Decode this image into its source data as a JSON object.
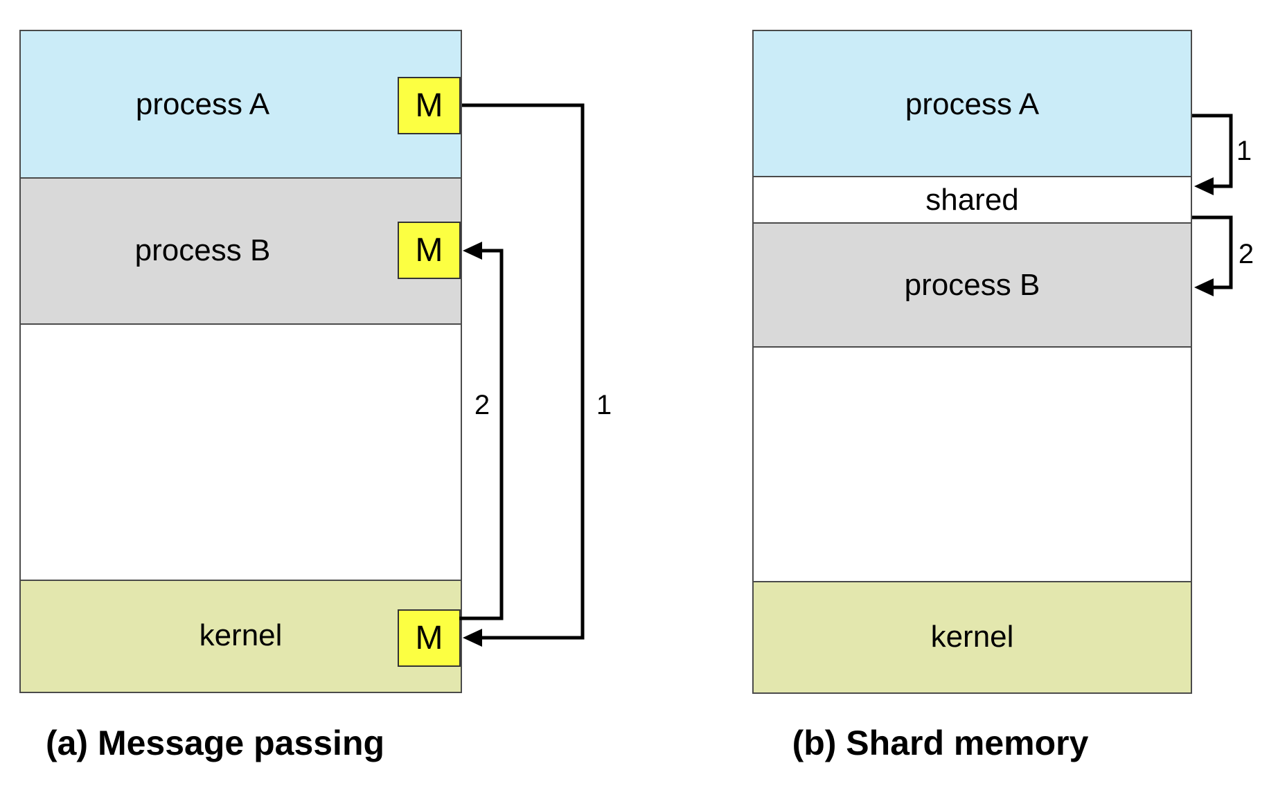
{
  "colors": {
    "canvas_bg": "#ffffff",
    "process_a_fill": "#cbecf8",
    "process_b_fill": "#d9d9d9",
    "kernel_fill": "#e3e7ae",
    "shared_fill": "#ffffff",
    "message_fill": "#fcff42",
    "band_border": "#4a4a4a",
    "arrow": "#000000",
    "text": "#000000"
  },
  "diagram_a": {
    "caption": "(a) Message passing",
    "bands": {
      "process_a": {
        "label": "process A"
      },
      "process_b": {
        "label": "process B"
      },
      "kernel": {
        "label": "kernel"
      }
    },
    "messages": {
      "in_process_a": "M",
      "in_process_b": "M",
      "in_kernel": "M"
    },
    "arrows": {
      "arrow_1": {
        "label": "1"
      },
      "arrow_2": {
        "label": "2"
      }
    }
  },
  "diagram_b": {
    "caption": "(b) Shard memory",
    "bands": {
      "process_a": {
        "label": "process A"
      },
      "shared": {
        "label": "shared"
      },
      "process_b": {
        "label": "process B"
      },
      "kernel": {
        "label": "kernel"
      }
    },
    "arrows": {
      "arrow_1": {
        "label": "1"
      },
      "arrow_2": {
        "label": "2"
      }
    }
  }
}
